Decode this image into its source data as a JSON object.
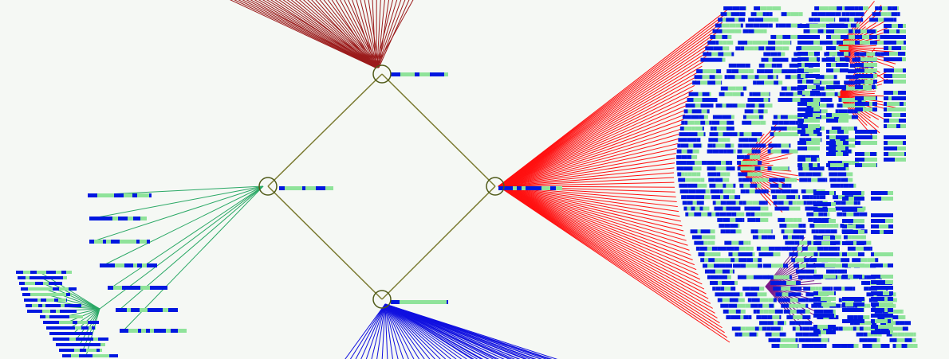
{
  "colors": {
    "background": "#f5f8f4",
    "hub_links": "#7a7a30",
    "hub_ring": "#4f5a18",
    "label_primary": "#0018e0",
    "label_secondary": "#8fe39a",
    "top_cluster": "#9b1b1b",
    "left_cluster": "#2aa865",
    "right_cluster": "#ff1010",
    "bottom_cluster": "#1010e0",
    "deep_cluster": "#7a1b8a"
  },
  "hubs": [
    {
      "id": "top",
      "label": ""
    },
    {
      "id": "left",
      "label": ""
    },
    {
      "id": "right",
      "label": ""
    },
    {
      "id": "bottom",
      "label": ""
    }
  ],
  "legend": null
}
